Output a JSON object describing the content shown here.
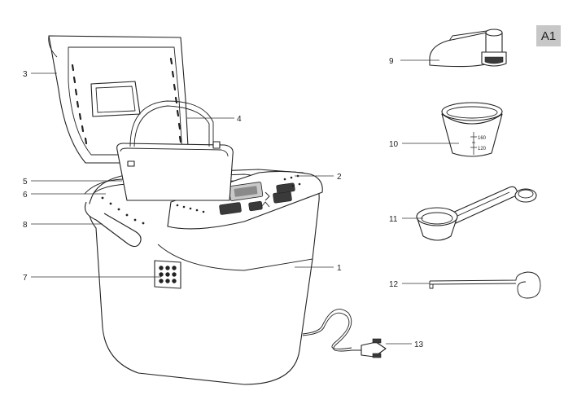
{
  "badge": {
    "text": "A1",
    "color": "#c7c7c7"
  },
  "callouts": [
    {
      "id": "1",
      "label": "1"
    },
    {
      "id": "2",
      "label": "2"
    },
    {
      "id": "3",
      "label": "3"
    },
    {
      "id": "4",
      "label": "4"
    },
    {
      "id": "5",
      "label": "5"
    },
    {
      "id": "6",
      "label": "6"
    },
    {
      "id": "7",
      "label": "7"
    },
    {
      "id": "8",
      "label": "8"
    },
    {
      "id": "9",
      "label": "9"
    },
    {
      "id": "10",
      "label": "10"
    },
    {
      "id": "11",
      "label": "11"
    },
    {
      "id": "12",
      "label": "12"
    },
    {
      "id": "13",
      "label": "13"
    }
  ],
  "measuring_cup_marks": [
    "160",
    "120"
  ],
  "line_color": "#222222"
}
